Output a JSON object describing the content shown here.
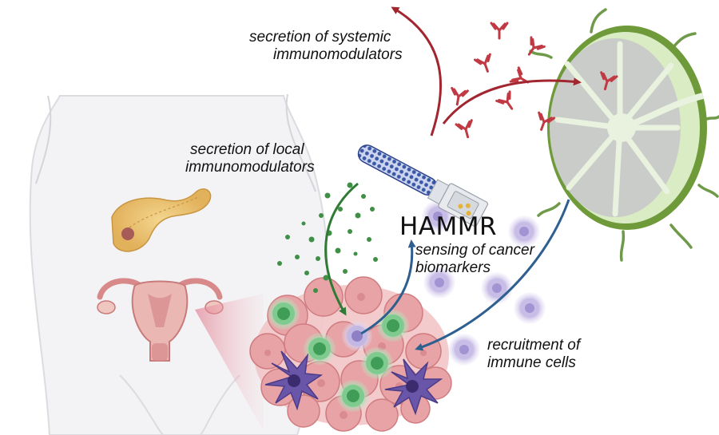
{
  "device": {
    "name": "HAMMR"
  },
  "labels": {
    "systemic": {
      "line1": "secretion of systemic",
      "line2": "immunomodulators"
    },
    "local": {
      "line1": "secretion of local",
      "line2": "immunomodulators"
    },
    "sensing": {
      "line1": "sensing of cancer",
      "line2": "biomarkers"
    },
    "recruitment": {
      "line1": "recruitment of",
      "line2": "immune cells"
    }
  },
  "colors": {
    "systemic_arrow": "#a1262f",
    "local_arrow": "#2f7a34",
    "sensing_arrow": "#2e5f8f",
    "recruitment_arrow": "#2e5f8f",
    "tumor": "#e7a3a5",
    "lymph_node": "#5f9a3a",
    "antibody": "#c03a44",
    "immune_cell": "#a99bd2",
    "t_cell": "#55b070",
    "dendritic_cell": "#6a56a8",
    "device_mesh": "#3a57a8"
  }
}
